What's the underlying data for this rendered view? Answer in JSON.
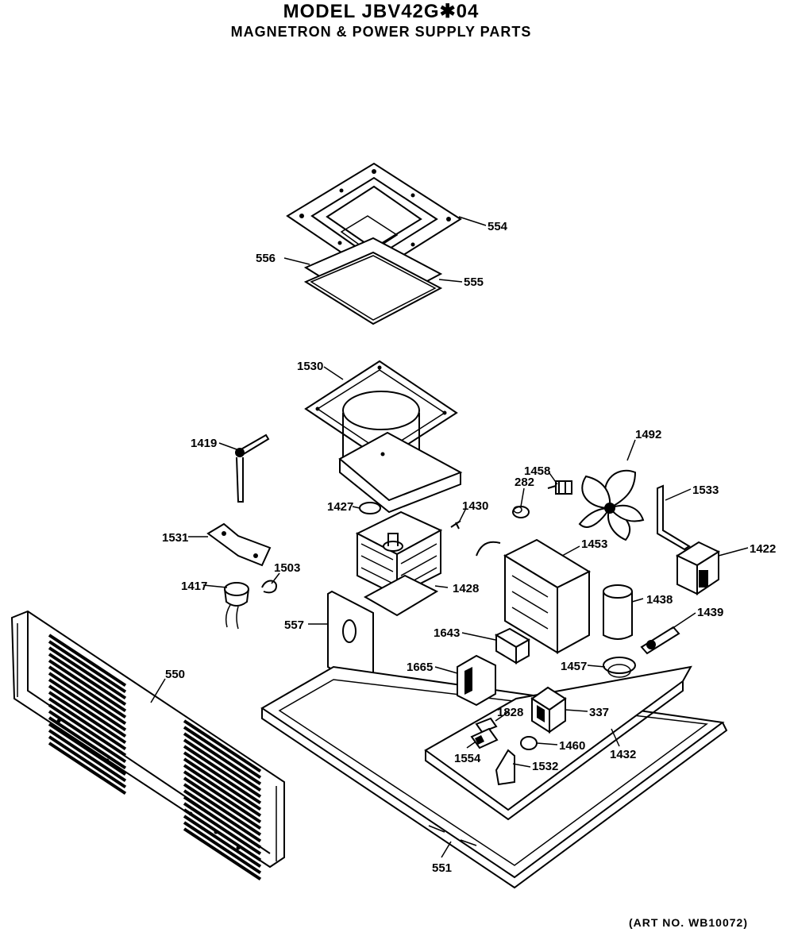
{
  "header": {
    "title": "MODEL JBV42G✱04",
    "subtitle": "MAGNETRON & POWER SUPPLY PARTS"
  },
  "footer": {
    "art_number": "(ART NO. WB10072)"
  },
  "parts": [
    {
      "id": "p554",
      "number": "554"
    },
    {
      "id": "p556",
      "number": "556"
    },
    {
      "id": "p555",
      "number": "555"
    },
    {
      "id": "p1530",
      "number": "1530"
    },
    {
      "id": "p1419",
      "number": "1419"
    },
    {
      "id": "p1427",
      "number": "1427"
    },
    {
      "id": "p1430",
      "number": "1430"
    },
    {
      "id": "p282",
      "number": "282"
    },
    {
      "id": "p1458",
      "number": "1458"
    },
    {
      "id": "p1492",
      "number": "1492"
    },
    {
      "id": "p1533",
      "number": "1533"
    },
    {
      "id": "p1422",
      "number": "1422"
    },
    {
      "id": "p1531",
      "number": "1531"
    },
    {
      "id": "p1503",
      "number": "1503"
    },
    {
      "id": "p1417",
      "number": "1417"
    },
    {
      "id": "p1428",
      "number": "1428"
    },
    {
      "id": "p1453",
      "number": "1453"
    },
    {
      "id": "p1438",
      "number": "1438"
    },
    {
      "id": "p1439",
      "number": "1439"
    },
    {
      "id": "p557",
      "number": "557"
    },
    {
      "id": "p1643",
      "number": "1643"
    },
    {
      "id": "p1665",
      "number": "1665"
    },
    {
      "id": "p1457",
      "number": "1457"
    },
    {
      "id": "p550",
      "number": "550"
    },
    {
      "id": "p1828",
      "number": "1828"
    },
    {
      "id": "p337",
      "number": "337"
    },
    {
      "id": "p1554",
      "number": "1554"
    },
    {
      "id": "p1460",
      "number": "1460"
    },
    {
      "id": "p1532",
      "number": "1532"
    },
    {
      "id": "p1432",
      "number": "1432"
    },
    {
      "id": "p551",
      "number": "551"
    }
  ]
}
